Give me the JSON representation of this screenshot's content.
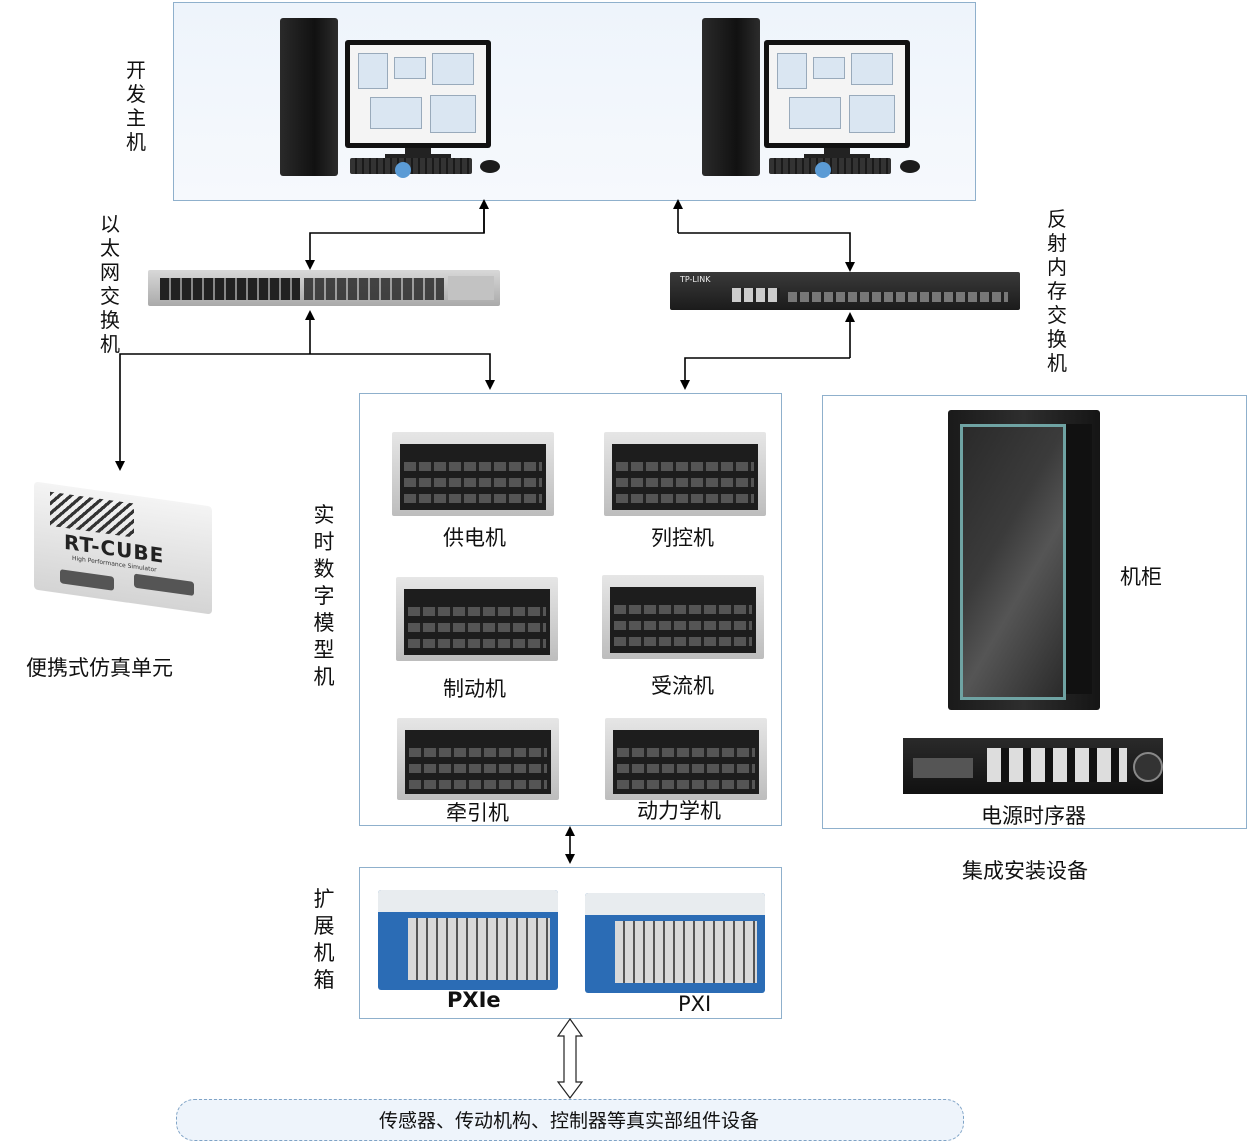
{
  "labels": {
    "dev_host": "开发主机",
    "ethernet_switch": "以太网交换机",
    "reflective_memory_switch": "反射内存交换机",
    "rt_digital_model_machine": "实时数字模型机",
    "expansion_chassis": "扩展机箱",
    "portable_sim_unit": "便携式仿真单元",
    "cabinet": "机柜",
    "power_sequencer": "电源时序器",
    "integrated_install_equipment": "集成安装设备",
    "real_devices": "传感器、传动机构、控制器等真实部组件设备"
  },
  "servers": [
    {
      "label": "供电机"
    },
    {
      "label": "列控机"
    },
    {
      "label": "制动机"
    },
    {
      "label": "受流机"
    },
    {
      "label": "牵引机"
    },
    {
      "label": "动力学机"
    }
  ],
  "chassis": [
    {
      "label": "PXIe"
    },
    {
      "label": "PXI"
    }
  ],
  "device_text": {
    "rt_cube": "RT-CUBE",
    "rt_cube_sub": "High Performance Simulator",
    "tplink": "TP-LINK"
  },
  "colors": {
    "panel_border": "#8fb0cc",
    "accent": "#5b9bd5",
    "chassis_blue": "#2b6cb5"
  }
}
